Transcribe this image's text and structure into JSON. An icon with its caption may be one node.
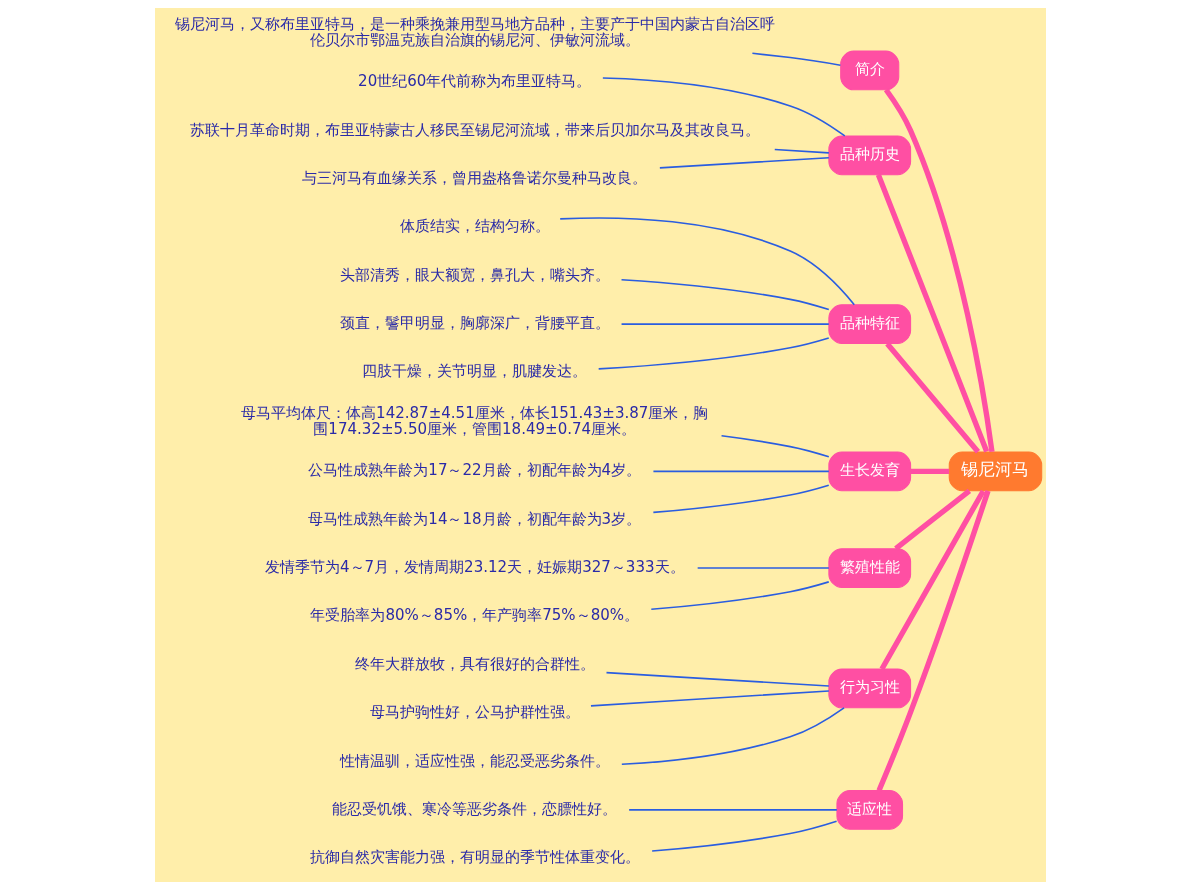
{
  "diagram": {
    "nodes": [
      {
        "text": [
          "锡尼河马"
        ]
      },
      {
        "text": [
          "简介"
        ]
      },
      {
        "text": [
          "锡尼河马，又称布里亚特马，是一种乘挽兼用型马地方品种，主要产于中国内蒙古自治区呼伦贝尔市鄂温克族自治旗的锡尼河、伊敏河流域。"
        ]
      },
      {
        "text": [
          "品种历史"
        ]
      },
      {
        "text": [
          "20世纪60年代前称为布里亚特马。"
        ]
      },
      {
        "text": [
          "苏联十月革命时期，布里亚特蒙古人移民至锡尼河流域，带来后贝加尔马及其改良马。"
        ]
      },
      {
        "text": [
          "与三河马有血缘关系，曾用盎格鲁诺尔曼种马改良。"
        ]
      },
      {
        "text": [
          "品种特征"
        ]
      },
      {
        "text": [
          "体质结实，结构匀称。"
        ]
      },
      {
        "text": [
          "头部清秀，眼大额宽，鼻孔大，嘴头齐。"
        ]
      },
      {
        "text": [
          "颈直，鬐甲明显，胸廓深广，背腰平直。"
        ]
      },
      {
        "text": [
          "四肢干燥，关节明显，肌腱发达。"
        ]
      },
      {
        "text": [
          "生长发育"
        ]
      },
      {
        "text": [
          "母马平均体尺：体高142.87±4.51厘米，体长151.43±3.87厘米，胸围174.32±5.50厘米，管围18.49±0.74厘米。"
        ]
      },
      {
        "text": [
          "公马性成熟年龄为17～22月龄，初配年龄为4岁。"
        ]
      },
      {
        "text": [
          "母马性成熟年龄为14～18月龄，初配年龄为3岁。"
        ]
      },
      {
        "text": [
          "繁殖性能"
        ]
      },
      {
        "text": [
          "发情季节为4～7月，发情周期23.12天，妊娠期327～333天。"
        ]
      },
      {
        "text": [
          "年受胎率为80%～85%，年产驹率75%～80%。"
        ]
      },
      {
        "text": [
          "行为习性"
        ]
      },
      {
        "text": [
          "终年大群放牧，具有很好的合群性。"
        ]
      },
      {
        "text": [
          "母马护驹性好，公马护群性强。"
        ]
      },
      {
        "text": [
          "性情温驯，适应性强，能忍受恶劣条件。"
        ]
      },
      {
        "text": [
          "适应性"
        ]
      },
      {
        "text": [
          "能忍受饥饿、寒冷等恶劣条件，恋膘性好。"
        ]
      },
      {
        "text": [
          "抗御自然灾害能力强，有明显的季节性体重变化。"
        ]
      }
    ],
    "edges": [
      {
        "from": 0,
        "to": 1,
        "arrow": "none",
        "style": "thick",
        "color": "#ff4fa3"
      },
      {
        "from": 0,
        "to": 3,
        "arrow": "none",
        "style": "thick",
        "color": "#ff4fa3"
      },
      {
        "from": 0,
        "to": 7,
        "arrow": "none",
        "style": "thick",
        "color": "#ff4fa3"
      },
      {
        "from": 0,
        "to": 12,
        "arrow": "none",
        "style": "thick",
        "color": "#ff4fa3"
      },
      {
        "from": 0,
        "to": 16,
        "arrow": "none",
        "style": "thick",
        "color": "#ff4fa3"
      },
      {
        "from": 0,
        "to": 19,
        "arrow": "none",
        "style": "thick",
        "color": "#ff4fa3"
      },
      {
        "from": 0,
        "to": 23,
        "arrow": "none",
        "style": "thick",
        "color": "#ff4fa3"
      },
      {
        "from": 1,
        "to": 2,
        "arrow": "none"
      },
      {
        "from": 3,
        "to": 4,
        "arrow": "none"
      },
      {
        "from": 3,
        "to": 5,
        "arrow": "none"
      },
      {
        "from": 3,
        "to": 6,
        "arrow": "none"
      },
      {
        "from": 7,
        "to": 8,
        "arrow": "none"
      },
      {
        "from": 7,
        "to": 9,
        "arrow": "none"
      },
      {
        "from": 7,
        "to": 10,
        "arrow": "none"
      },
      {
        "from": 7,
        "to": 11,
        "arrow": "none"
      },
      {
        "from": 12,
        "to": 13,
        "arrow": "none"
      },
      {
        "from": 12,
        "to": 14,
        "arrow": "none"
      },
      {
        "from": 12,
        "to": 15,
        "arrow": "none"
      },
      {
        "from": 16,
        "to": 17,
        "arrow": "none"
      },
      {
        "from": 16,
        "to": 18,
        "arrow": "none"
      },
      {
        "from": 19,
        "to": 20,
        "arrow": "none"
      },
      {
        "from": 19,
        "to": 21,
        "arrow": "none"
      },
      {
        "from": 19,
        "to": 22,
        "arrow": "none"
      },
      {
        "from": 23,
        "to": 24,
        "arrow": "none"
      },
      {
        "from": 23,
        "to": 25,
        "arrow": "none"
      }
    ]
  }
}
